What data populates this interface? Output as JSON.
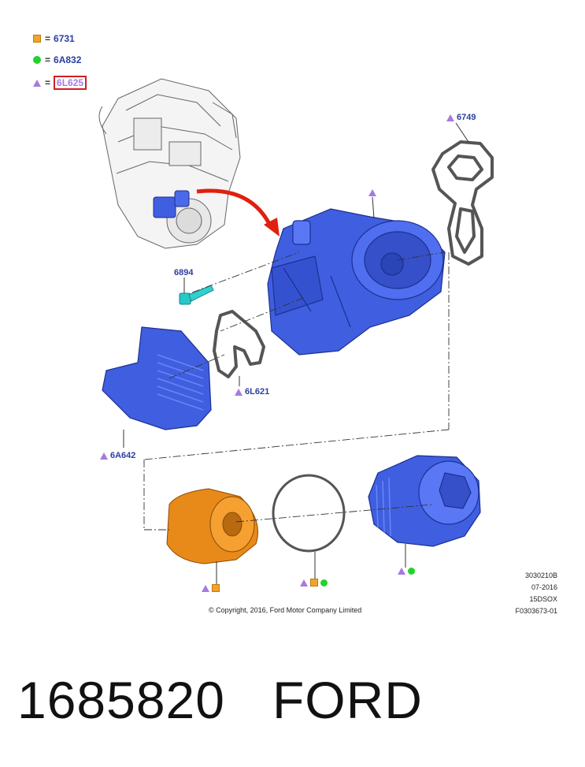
{
  "legend": [
    {
      "symbol": "square-icon",
      "code": "6731",
      "highlighted": false
    },
    {
      "symbol": "circle-icon",
      "code": "6A832",
      "highlighted": false
    },
    {
      "symbol": "triangle-icon",
      "code": "6L625",
      "highlighted": true
    }
  ],
  "legend_eq": "=",
  "callouts": {
    "c6749": "6749",
    "c6894": "6894",
    "c6L621": "6L621",
    "c6A642": "6A642"
  },
  "meta": {
    "line1": "3030210B",
    "line2": "07-2016",
    "line3": "15DSOX",
    "line4": "F0303673-01"
  },
  "copyright": "© Copyright, 2016, Ford Motor Company Limited",
  "part_number": "1685820",
  "brand": "FORD",
  "colors": {
    "part_blue": "#3f5fe0",
    "filter_orange": "#e88a1a",
    "gasket_gray": "#555555",
    "arrow_red": "#e02010",
    "bolt_cyan": "#28c8c8",
    "label_blue": "#2b3fa0",
    "triangle_purple": "#a57be0",
    "square_orange": "#f0a42a",
    "circle_green": "#22d32a"
  }
}
